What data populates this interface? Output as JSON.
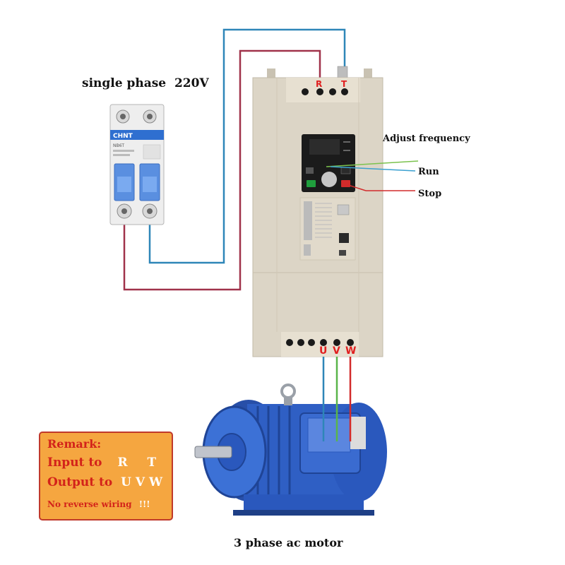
{
  "labels": {
    "supply": "single phase  220V",
    "adjust": "Adjust frequency",
    "run": "Run",
    "stop": "Stop",
    "motor": "3 phase ac motor"
  },
  "terminals": {
    "input": [
      "R",
      "T"
    ],
    "output": [
      "U",
      "V",
      "W"
    ]
  },
  "breaker": {
    "brand": "CHNT",
    "model": "NB6T"
  },
  "remark": {
    "title": "Remark:",
    "input_prefix": "Input to",
    "input_r": "R",
    "input_t": "T",
    "output_prefix": "Output to",
    "output_uvw": "U V W",
    "warning_prefix": "No reverse wiring",
    "warning_suffix": "!!!"
  },
  "colors": {
    "blue_wire": "#2e86b8",
    "red_wire": "#a0324a",
    "green_wire": "#5ab54a",
    "motor_blue": "#2f5fc4",
    "drive_body": "#dcd5c6",
    "remark_bg": "#f5a640",
    "terminal_label": "#e02020"
  }
}
